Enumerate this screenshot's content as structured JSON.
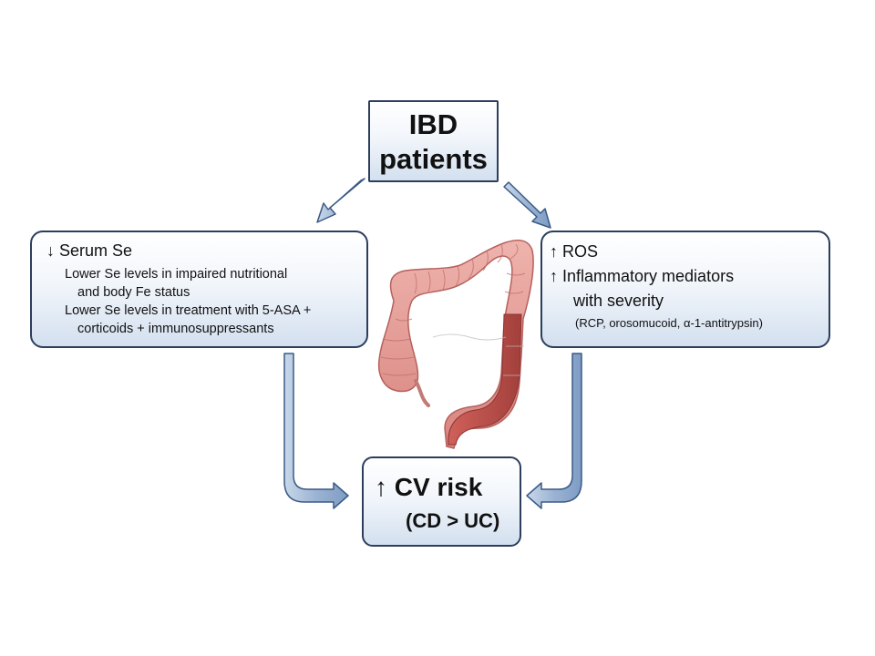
{
  "diagram": {
    "top_box": {
      "line1": "IBD",
      "line2": "patients"
    },
    "left_box": {
      "arrow_glyph": "↓",
      "heading": "Serum Se",
      "lines": [
        "Lower Se levels in impaired nutritional",
        "and body Fe status",
        "Lower Se levels in treatment with 5-ASA +",
        "corticoids + immunosuppressants"
      ]
    },
    "right_box": {
      "arrow_glyph": "↑",
      "line1": "ROS",
      "line2": "Inflammatory mediators",
      "line3": "with severity",
      "line4": "(RCP,  orosomucoid, α-1-antitrypsin)"
    },
    "bottom_box": {
      "arrow_glyph": "↑",
      "line1": "CV risk",
      "line2": "(CD > UC)"
    },
    "illustration": "colon",
    "colors": {
      "box_border": "#2c3e5c",
      "arrow_fill": "#9bb3d3",
      "arrow_stroke": "#3a5a85",
      "colon": "#e39a96",
      "colon_dark": "#b94c48"
    }
  }
}
